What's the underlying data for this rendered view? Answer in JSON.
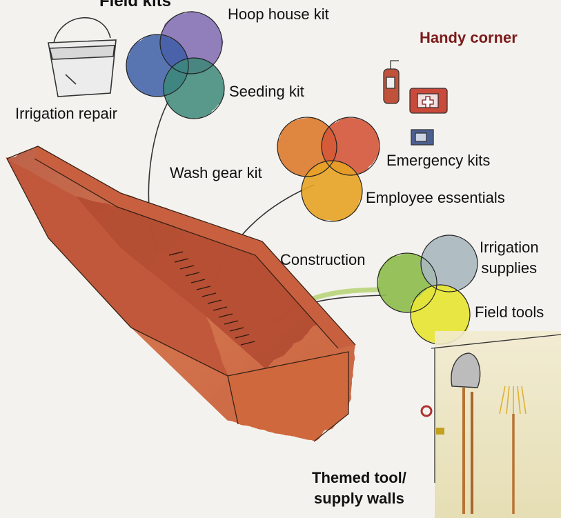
{
  "title": "Field kits",
  "handy_corner": "Handy corner",
  "labels": {
    "hoop_house_kit": "Hoop house kit",
    "seeding_kit": "Seeding kit",
    "irrigation_repair": "Irrigation repair",
    "wash_gear_kit": "Wash gear kit",
    "emergency_kits": "Emergency kits",
    "employee_essentials": "Employee essentials",
    "construction": "Construction",
    "irrigation_supplies_line1": "Irrigation",
    "irrigation_supplies_line2": "supplies",
    "field_tools": "Field tools",
    "themed_walls_line1": "Themed tool/",
    "themed_walls_line2": "supply walls"
  },
  "colors": {
    "kit_purple": "#7f6bb0",
    "kit_blue": "#3d5fa8",
    "kit_green": "#3d8a7a",
    "wash_orange": "#dd7a2c",
    "wash_red": "#d4563a",
    "wash_yellow": "#e8a323",
    "tool_green": "#8dbd4a",
    "tool_grey": "#a8b8c0",
    "tool_yellow": "#e8e63a",
    "cart_red": "#c4553a",
    "accent_maroon": "#7a1b1b"
  }
}
